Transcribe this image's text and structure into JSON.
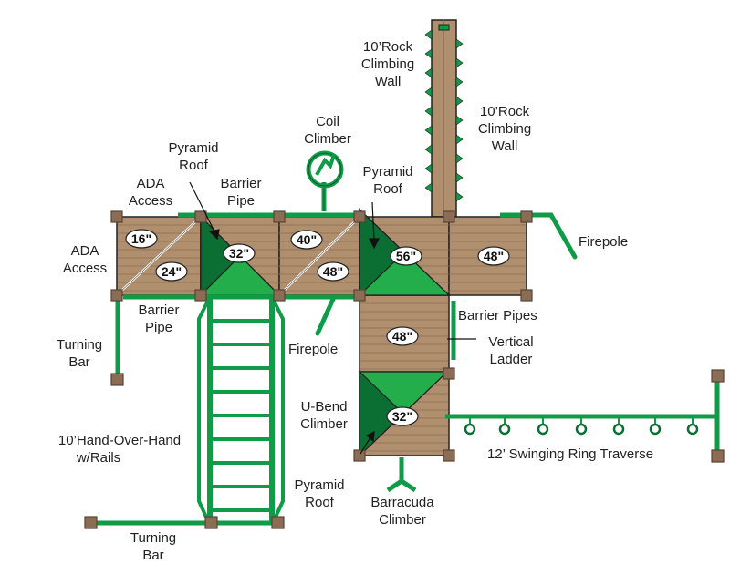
{
  "colors": {
    "deck": "#b08f6e",
    "deck_line": "#8a6d52",
    "post": "#8b6c55",
    "post_line": "#5a4433",
    "green": "#0f9b48",
    "green_dark": "#0b6f34",
    "roof": "#23ad4b",
    "outline": "#222222"
  },
  "labels": {
    "rock_wall_left": [
      "10’Rock",
      "Climbing",
      "Wall"
    ],
    "rock_wall_right": [
      "10’Rock",
      "Climbing",
      "Wall"
    ],
    "coil_climber": [
      "Coil",
      "Climber"
    ],
    "pyramid_roof_left": [
      "Pyramid",
      "Roof"
    ],
    "pyramid_roof_mid": [
      "Pyramid",
      "Roof"
    ],
    "pyramid_roof_bottom": [
      "Pyramid",
      "Roof"
    ],
    "ada_access_top": [
      "ADA",
      "Access"
    ],
    "ada_access_left": [
      "ADA",
      "Access"
    ],
    "barrier_pipe_top": [
      "Barrier",
      "Pipe"
    ],
    "barrier_pipe_left": [
      "Barrier",
      "Pipe"
    ],
    "barrier_pipes_right": "Barrier Pipes",
    "firepole_right": "Firepole",
    "firepole_mid": "Firepole",
    "turning_bar_left": [
      "Turning",
      "Bar"
    ],
    "turning_bar_bottom": [
      "Turning",
      "Bar"
    ],
    "vertical_ladder": [
      "Vertical",
      "Ladder"
    ],
    "u_bend_climber": [
      "U-Bend",
      "Climber"
    ],
    "hand_over_hand": [
      "10’Hand-Over-Hand",
      "w/Rails"
    ],
    "ring_traverse": "12’ Swinging Ring Traverse",
    "barracuda_climber": [
      "Barracuda",
      "Climber"
    ]
  },
  "dimensions": {
    "d16": "16\"",
    "d24": "24\"",
    "d32_top": "32\"",
    "d40": "40\"",
    "d48_mid": "48\"",
    "d56": "56\"",
    "d48_right": "48\"",
    "d48_lower": "48\"",
    "d32_lower": "32\""
  }
}
